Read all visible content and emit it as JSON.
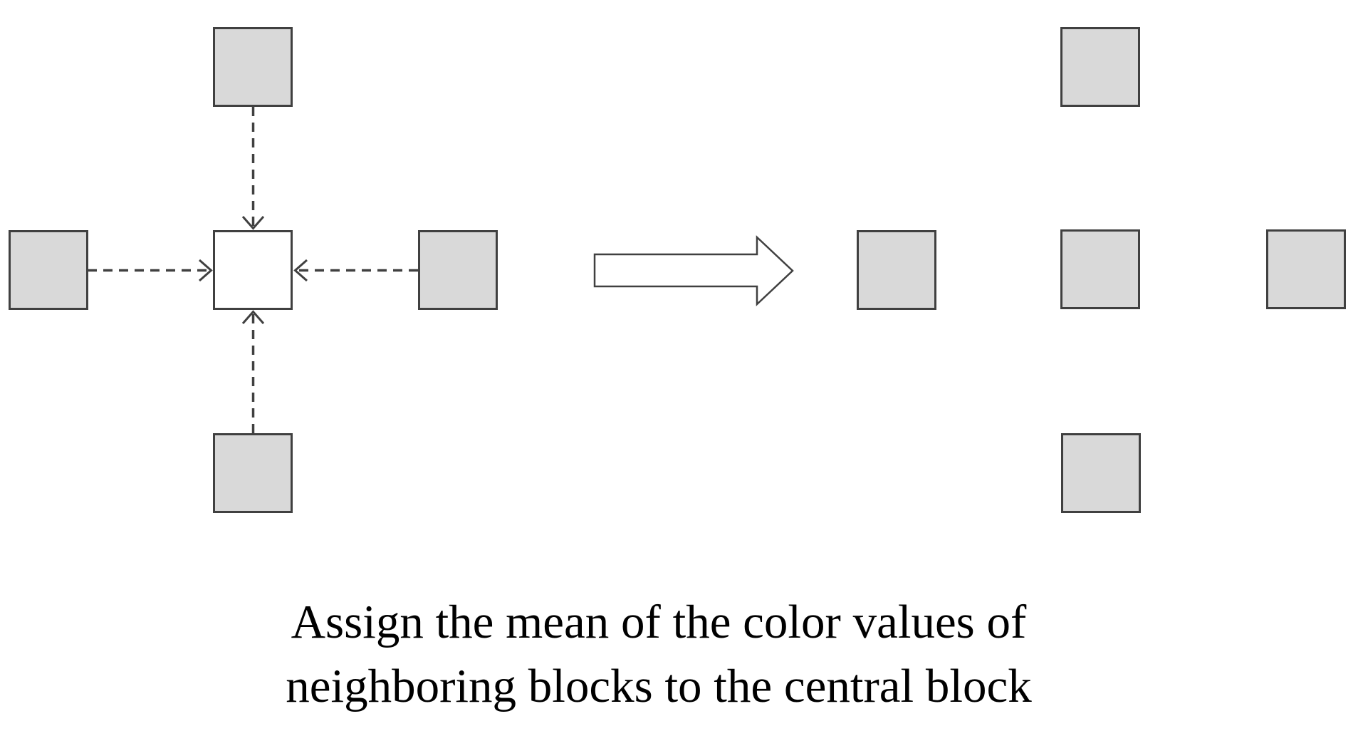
{
  "figure": {
    "caption": {
      "line1": "Assign the mean of the color values of",
      "line2": "neighboring blocks to the central block"
    },
    "colors": {
      "block_fill": "#d9d9d9",
      "center_block_fill_before": "#ffffff",
      "block_border": "#404040",
      "connector_line": "#404040",
      "transform_arrow_fill": "#ffffff",
      "transform_arrow_border": "#404040",
      "caption_text": "#000000",
      "background": "#ffffff"
    },
    "left_cluster": {
      "name": "before: neighbors point to empty central block",
      "blocks": [
        {
          "position": "top",
          "fill": "gray"
        },
        {
          "position": "left",
          "fill": "gray"
        },
        {
          "position": "center",
          "fill": "white"
        },
        {
          "position": "right",
          "fill": "gray"
        },
        {
          "position": "bottom",
          "fill": "gray"
        }
      ],
      "connectors": [
        {
          "icon": "dashed-arrow-icon",
          "from": "top",
          "to": "center"
        },
        {
          "icon": "dashed-arrow-icon",
          "from": "left",
          "to": "center"
        },
        {
          "icon": "dashed-arrow-icon",
          "from": "right",
          "to": "center"
        },
        {
          "icon": "dashed-arrow-icon",
          "from": "bottom",
          "to": "center"
        }
      ]
    },
    "transform_arrow": {
      "icon": "right-arrow-icon",
      "direction": "right"
    },
    "right_cluster": {
      "name": "after: central block filled with mean color",
      "blocks": [
        {
          "position": "top",
          "fill": "gray"
        },
        {
          "position": "left",
          "fill": "gray"
        },
        {
          "position": "center",
          "fill": "gray"
        },
        {
          "position": "right",
          "fill": "gray"
        },
        {
          "position": "bottom",
          "fill": "gray"
        }
      ]
    }
  }
}
